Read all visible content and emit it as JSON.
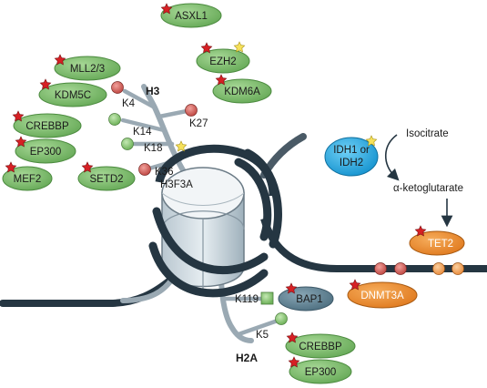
{
  "histones": {
    "h3": {
      "label": "H3",
      "variant": "H3F3A",
      "sites": [
        {
          "label": "K4",
          "mark": "red"
        },
        {
          "label": "K14",
          "mark": "green"
        },
        {
          "label": "K18",
          "mark": "green"
        },
        {
          "label": "K27",
          "mark": "red"
        },
        {
          "label": "K36",
          "mark": "red"
        }
      ]
    },
    "h2a": {
      "label": "H2A",
      "sites": [
        {
          "label": "K119",
          "mark": "green-square"
        },
        {
          "label": "K5",
          "mark": "green"
        }
      ]
    }
  },
  "enzymes": {
    "asxl1": "ASXL1",
    "mll23": "MLL2/3",
    "ezh2": "EZH2",
    "kdm5c": "KDM5C",
    "kdm6a": "KDM6A",
    "crebbp_h3": "CREBBP",
    "ep300_h3": "EP300",
    "mef2": "MEF2",
    "setd2": "SETD2",
    "bap1": "BAP1",
    "crebbp_h2a": "CREBBP",
    "ep300_h2a": "EP300",
    "idh": [
      "IDH1 or",
      "IDH2"
    ],
    "tet2": "TET2",
    "dnmt3a": "DNMT3A"
  },
  "metabolism": {
    "isocitrate": "Isocitrate",
    "aketoglutarate": "α-ketoglutarate"
  },
  "colors": {
    "enzyme_green": "#79b96a",
    "enzyme_blue": "#2aa8e0",
    "enzyme_orange": "#ea8a2a",
    "enzyme_slate": "#5e8193",
    "mutation_red": "#d62024",
    "mutation_yellow": "#f6e15a",
    "dna": "#253642",
    "methyl_red": "#cf5a56",
    "acetyl_green": "#8ac873"
  }
}
